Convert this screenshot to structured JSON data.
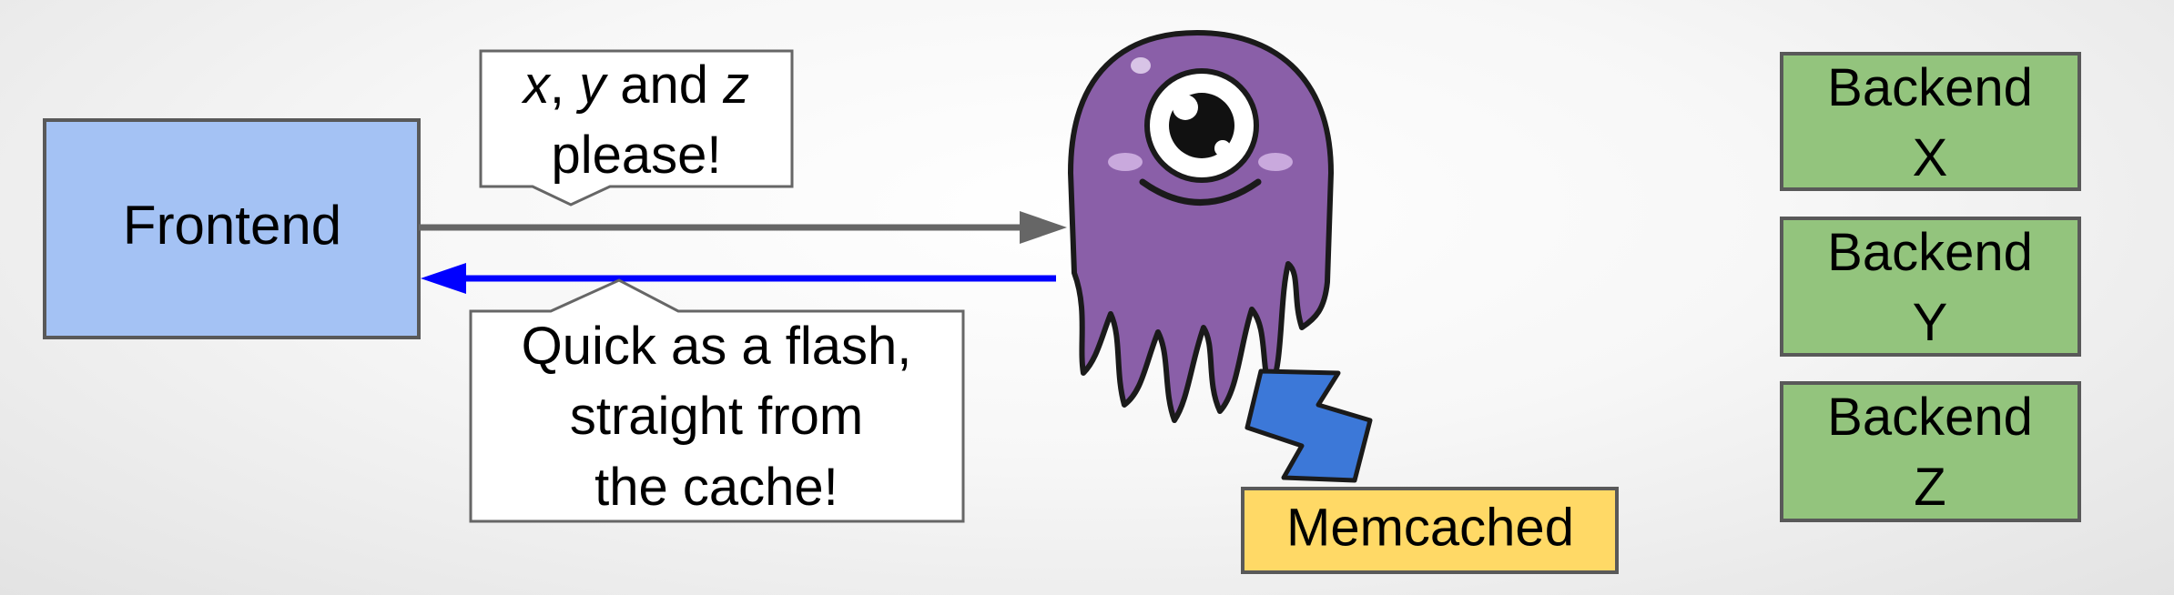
{
  "colors": {
    "frontend_fill": "#a4c2f4",
    "backend_fill": "#93c47d",
    "memcached_fill": "#ffd966",
    "request_arrow": "#666666",
    "response_arrow": "#0000ff",
    "cache_arrow": "#3c78d8",
    "monster_body": "#8a5fa8"
  },
  "frontend": {
    "label": "Frontend"
  },
  "request_callout": {
    "var_x": "x",
    "sep1": ", ",
    "var_y": "y",
    "text1": " and ",
    "var_z": "z",
    "line2": "please!"
  },
  "response_callout": {
    "lines": [
      "Quick as a flash,",
      "straight from",
      "the cache!"
    ]
  },
  "memcached": {
    "label": "Memcached"
  },
  "backends": [
    {
      "line1": "Backend",
      "line2": "X"
    },
    {
      "line1": "Backend",
      "line2": "Y"
    },
    {
      "line1": "Backend",
      "line2": "Z"
    }
  ],
  "mascot": {
    "icon": "one-eyed-octopus-icon"
  }
}
